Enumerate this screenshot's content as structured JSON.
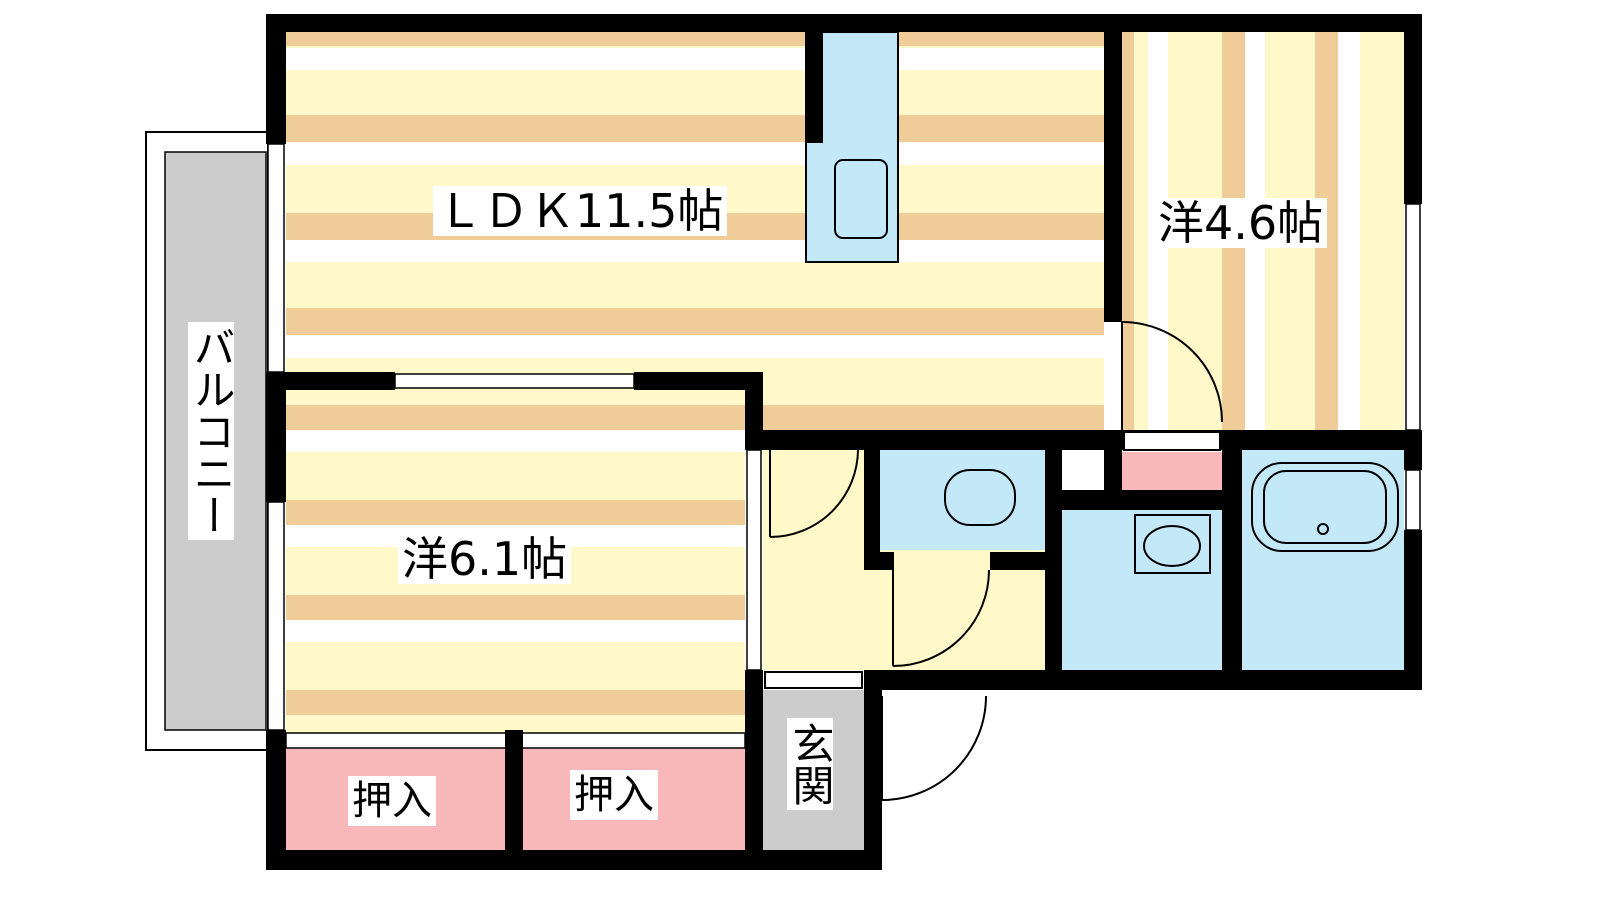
{
  "rooms": {
    "ldk": "ＬＤＫ11.5帖",
    "western_small": "洋4.6帖",
    "western_large": "洋6.1帖",
    "closet_1": "押入",
    "closet_2": "押入",
    "entrance": "玄関",
    "balcony": "バルコニー"
  },
  "colors": {
    "wall": "#000000",
    "floor_cream": "#fff8c8",
    "floor_tan": "#f0cc98",
    "wet_blue": "#c3e8f8",
    "closet_pink": "#f8b7b8",
    "balcony_gray": "#cccccc"
  }
}
